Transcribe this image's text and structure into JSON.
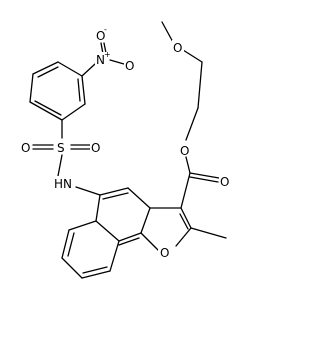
{
  "molecule": {
    "atom_labels": {
      "nitro_oxygen_anion": "O",
      "nitro_oxygen_anion_charge": "-",
      "nitro_nitrogen": "N",
      "nitro_nitrogen_charge": "+",
      "nitro_oxygen_double": "O",
      "sulfonyl_oxygen_left": "O",
      "sulfur": "S",
      "sulfonyl_oxygen_right": "O",
      "amide_nh": "HN",
      "ether_oxygen_methoxy": "O",
      "ester_oxygen_single": "O",
      "ester_oxygen_double": "O",
      "furan_oxygen": "O"
    }
  }
}
